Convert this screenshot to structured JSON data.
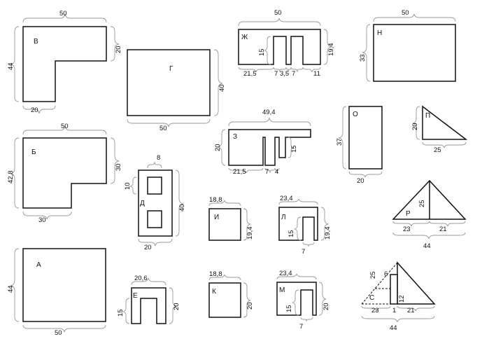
{
  "figures": {
    "A": {
      "letter": "А",
      "width": "50",
      "height": "44"
    },
    "B": {
      "letter": "Б",
      "width": "50",
      "height": "42,8",
      "right": "30",
      "bottom": "30"
    },
    "V": {
      "letter": "В",
      "width": "50",
      "height": "44",
      "right": "20",
      "bottom": "20"
    },
    "G": {
      "letter": "Г",
      "width": "50",
      "height": "40"
    },
    "D": {
      "letter": "Д",
      "top": "8",
      "left": "10",
      "height": "40",
      "bottom": "20"
    },
    "E": {
      "letter": "Е",
      "width": "20,6",
      "left": "15",
      "right": "20"
    },
    "Zh": {
      "letter": "Ж",
      "width": "50",
      "height": "19,4",
      "inner_h": "15",
      "seg1": "21,5",
      "seg2": "7",
      "seg3": "3,5",
      "seg4": "7",
      "seg5": "11"
    },
    "Z": {
      "letter": "З",
      "width": "49,4",
      "height": "20",
      "inner_h": "15",
      "seg1": "21,5",
      "seg2": "7",
      "seg3": "4"
    },
    "I": {
      "letter": "И",
      "width": "18,8",
      "height": "19,4"
    },
    "K": {
      "letter": "К",
      "width": "18,8",
      "height": "20"
    },
    "L": {
      "letter": "Л",
      "width": "23,4",
      "height": "19,4",
      "inner_h": "15",
      "gap": "7"
    },
    "M": {
      "letter": "М",
      "width": "23,4",
      "height": "20",
      "inner_h": "15",
      "gap": "7"
    },
    "N": {
      "letter": "Н",
      "width": "50",
      "height": "33"
    },
    "O": {
      "letter": "О",
      "width": "20",
      "height": "37"
    },
    "P": {
      "letter": "П",
      "width": "25",
      "height": "20"
    },
    "R": {
      "letter": "Р",
      "left": "23",
      "right": "21",
      "height": "25",
      "total": "44"
    },
    "S": {
      "letter": "С",
      "left": "23",
      "mid": "1",
      "right": "21",
      "height": "25",
      "inner": "6",
      "small": "12",
      "total": "44"
    }
  }
}
